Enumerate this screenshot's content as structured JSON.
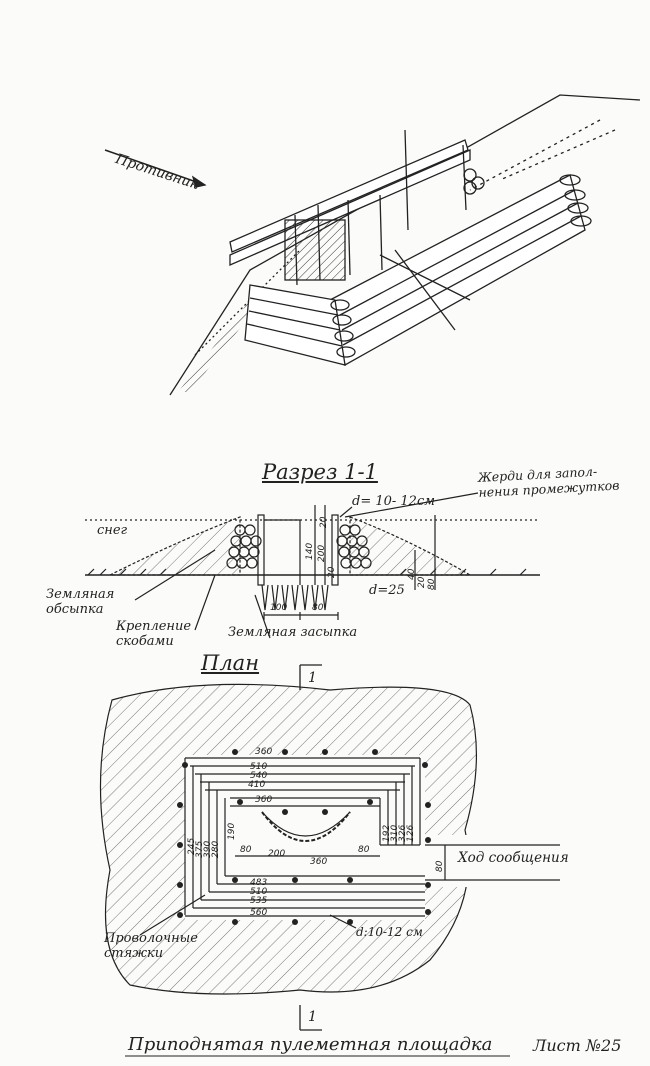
{
  "labels": {
    "enemy": "Противник",
    "section_title": "Разрез 1-1",
    "pole_diameter": "d= 10- 12см",
    "gap_poles": "Жерди для запол- нения промежутков",
    "snow": "снег",
    "earth_fill": "Земляная обсыпка",
    "staple_fix": "Крепление скобами",
    "earth_backfill": "Земляная засыпка",
    "post_diameter": "d=25",
    "plan_title": "План",
    "section_mark_top": "1",
    "section_mark_bottom": "1",
    "passage": "Ход сообщения",
    "wire_ties": "Проволочные стяжки",
    "plan_pole_diameter": "d:10-12 см"
  },
  "section_dims": [
    "20",
    "140",
    "200",
    "20",
    "40",
    "80",
    "20",
    "100",
    "80"
  ],
  "plan_dims": {
    "top": [
      "360",
      "510",
      "540",
      "410",
      "360"
    ],
    "left": [
      "245",
      "375",
      "390",
      "280",
      "190"
    ],
    "right": [
      "192",
      "310",
      "326",
      "126"
    ],
    "bottom": [
      "483",
      "510",
      "535",
      "560"
    ],
    "inner": [
      "80",
      "200",
      "360",
      "80",
      "80"
    ]
  },
  "footer": {
    "title": "Приподнятая пулеметная площадка",
    "sheet": "Лист №25"
  },
  "colors": {
    "ink": "#222222",
    "paper": "#fbfbf9"
  }
}
